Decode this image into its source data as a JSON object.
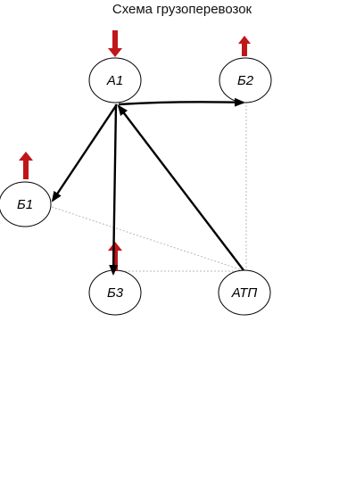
{
  "title": "Схема грузоперевозок",
  "nodes": [
    {
      "id": "a1",
      "label": "А1"
    },
    {
      "id": "b2",
      "label": "Б2"
    },
    {
      "id": "b1",
      "label": "Б1"
    },
    {
      "id": "b3",
      "label": "Б3"
    },
    {
      "id": "atp",
      "label": "АТП"
    }
  ],
  "flows": [
    {
      "from": "А1",
      "to": "Б2"
    },
    {
      "from": "А1",
      "to": "Б1"
    },
    {
      "from": "А1",
      "to": "Б3"
    },
    {
      "from": "АТП",
      "to": "А1"
    }
  ],
  "indicators": [
    {
      "node": "А1",
      "direction": "in"
    },
    {
      "node": "Б2",
      "direction": "out"
    },
    {
      "node": "Б1",
      "direction": "out"
    },
    {
      "node": "Б3",
      "direction": "out"
    }
  ],
  "colors": {
    "indicator": "#c0161b",
    "arrow": "#000000",
    "guide": "#b8b8b8",
    "node_stroke": "#000000"
  }
}
